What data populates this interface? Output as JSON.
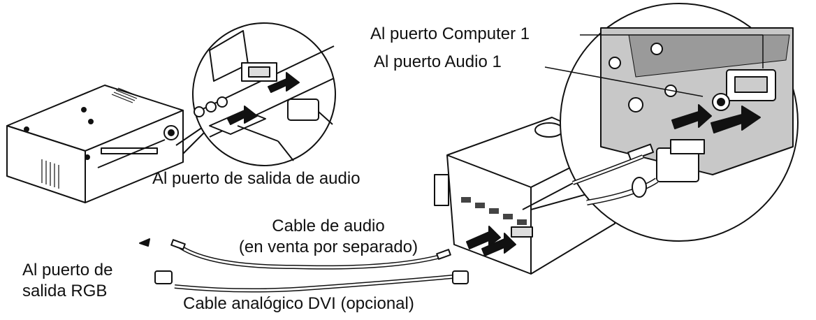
{
  "labels": {
    "computer1": "Al puerto Computer 1",
    "audio1": "Al puerto Audio 1",
    "audio_out": "Al puerto de salida de audio",
    "audio_cable_line1": "Cable de audio",
    "audio_cable_line2": "(en venta por separado)",
    "rgb_out_line1": "Al puerto de",
    "rgb_out_line2": "salida RGB",
    "dvi_cable": "Cable analógico DVI (opcional)"
  },
  "colors": {
    "line": "#111111",
    "panel_gray": "#c8c8c8",
    "panel_dark": "#9a9a9a",
    "background": "#ffffff"
  }
}
